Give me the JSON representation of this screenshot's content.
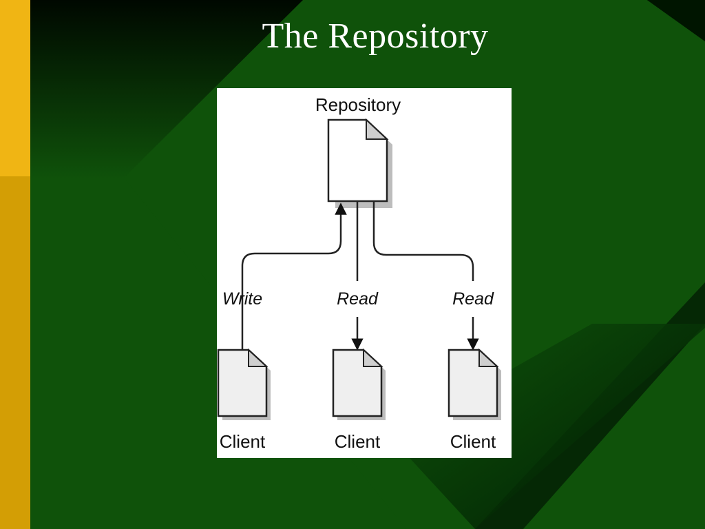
{
  "slide": {
    "title": "The Repository",
    "colors": {
      "background_green": "#0f520a",
      "dark_green": "#001f00",
      "left_bar_gold": "#f0b514",
      "left_bar_gold_dark": "#d39e05",
      "diagram_background": "#ffffff"
    }
  },
  "diagram": {
    "repository_label": "Repository",
    "arrows": [
      {
        "label": "Write",
        "direction": "client-to-repository"
      },
      {
        "label": "Read",
        "direction": "repository-to-client"
      },
      {
        "label": "Read",
        "direction": "repository-to-client"
      }
    ],
    "clients": [
      {
        "label": "Client"
      },
      {
        "label": "Client"
      },
      {
        "label": "Client"
      }
    ],
    "icons": [
      "document-icon"
    ]
  }
}
